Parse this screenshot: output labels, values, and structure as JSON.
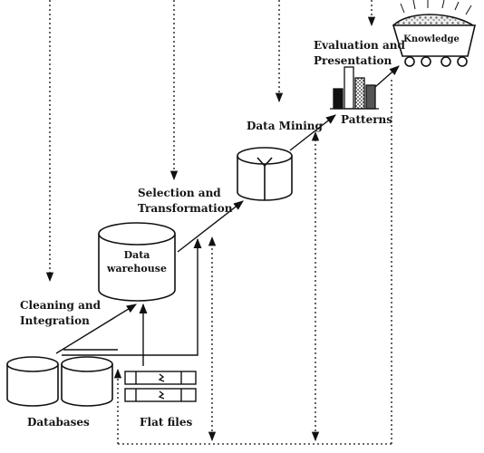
{
  "diagram": {
    "steps": {
      "cleaning": {
        "line1": "Cleaning and",
        "line2": "Integration"
      },
      "selection": {
        "line1": "Selection and",
        "line2": "Transformation"
      },
      "mining": {
        "label": "Data Mining"
      },
      "evaluation": {
        "line1": "Evaluation and",
        "line2": "Presentation"
      }
    },
    "nodes": {
      "databases": "Databases",
      "flat_files": "Flat files",
      "warehouse": {
        "line1": "Data",
        "line2": "warehouse"
      },
      "patterns": "Patterns",
      "knowledge": "Knowledge"
    }
  }
}
